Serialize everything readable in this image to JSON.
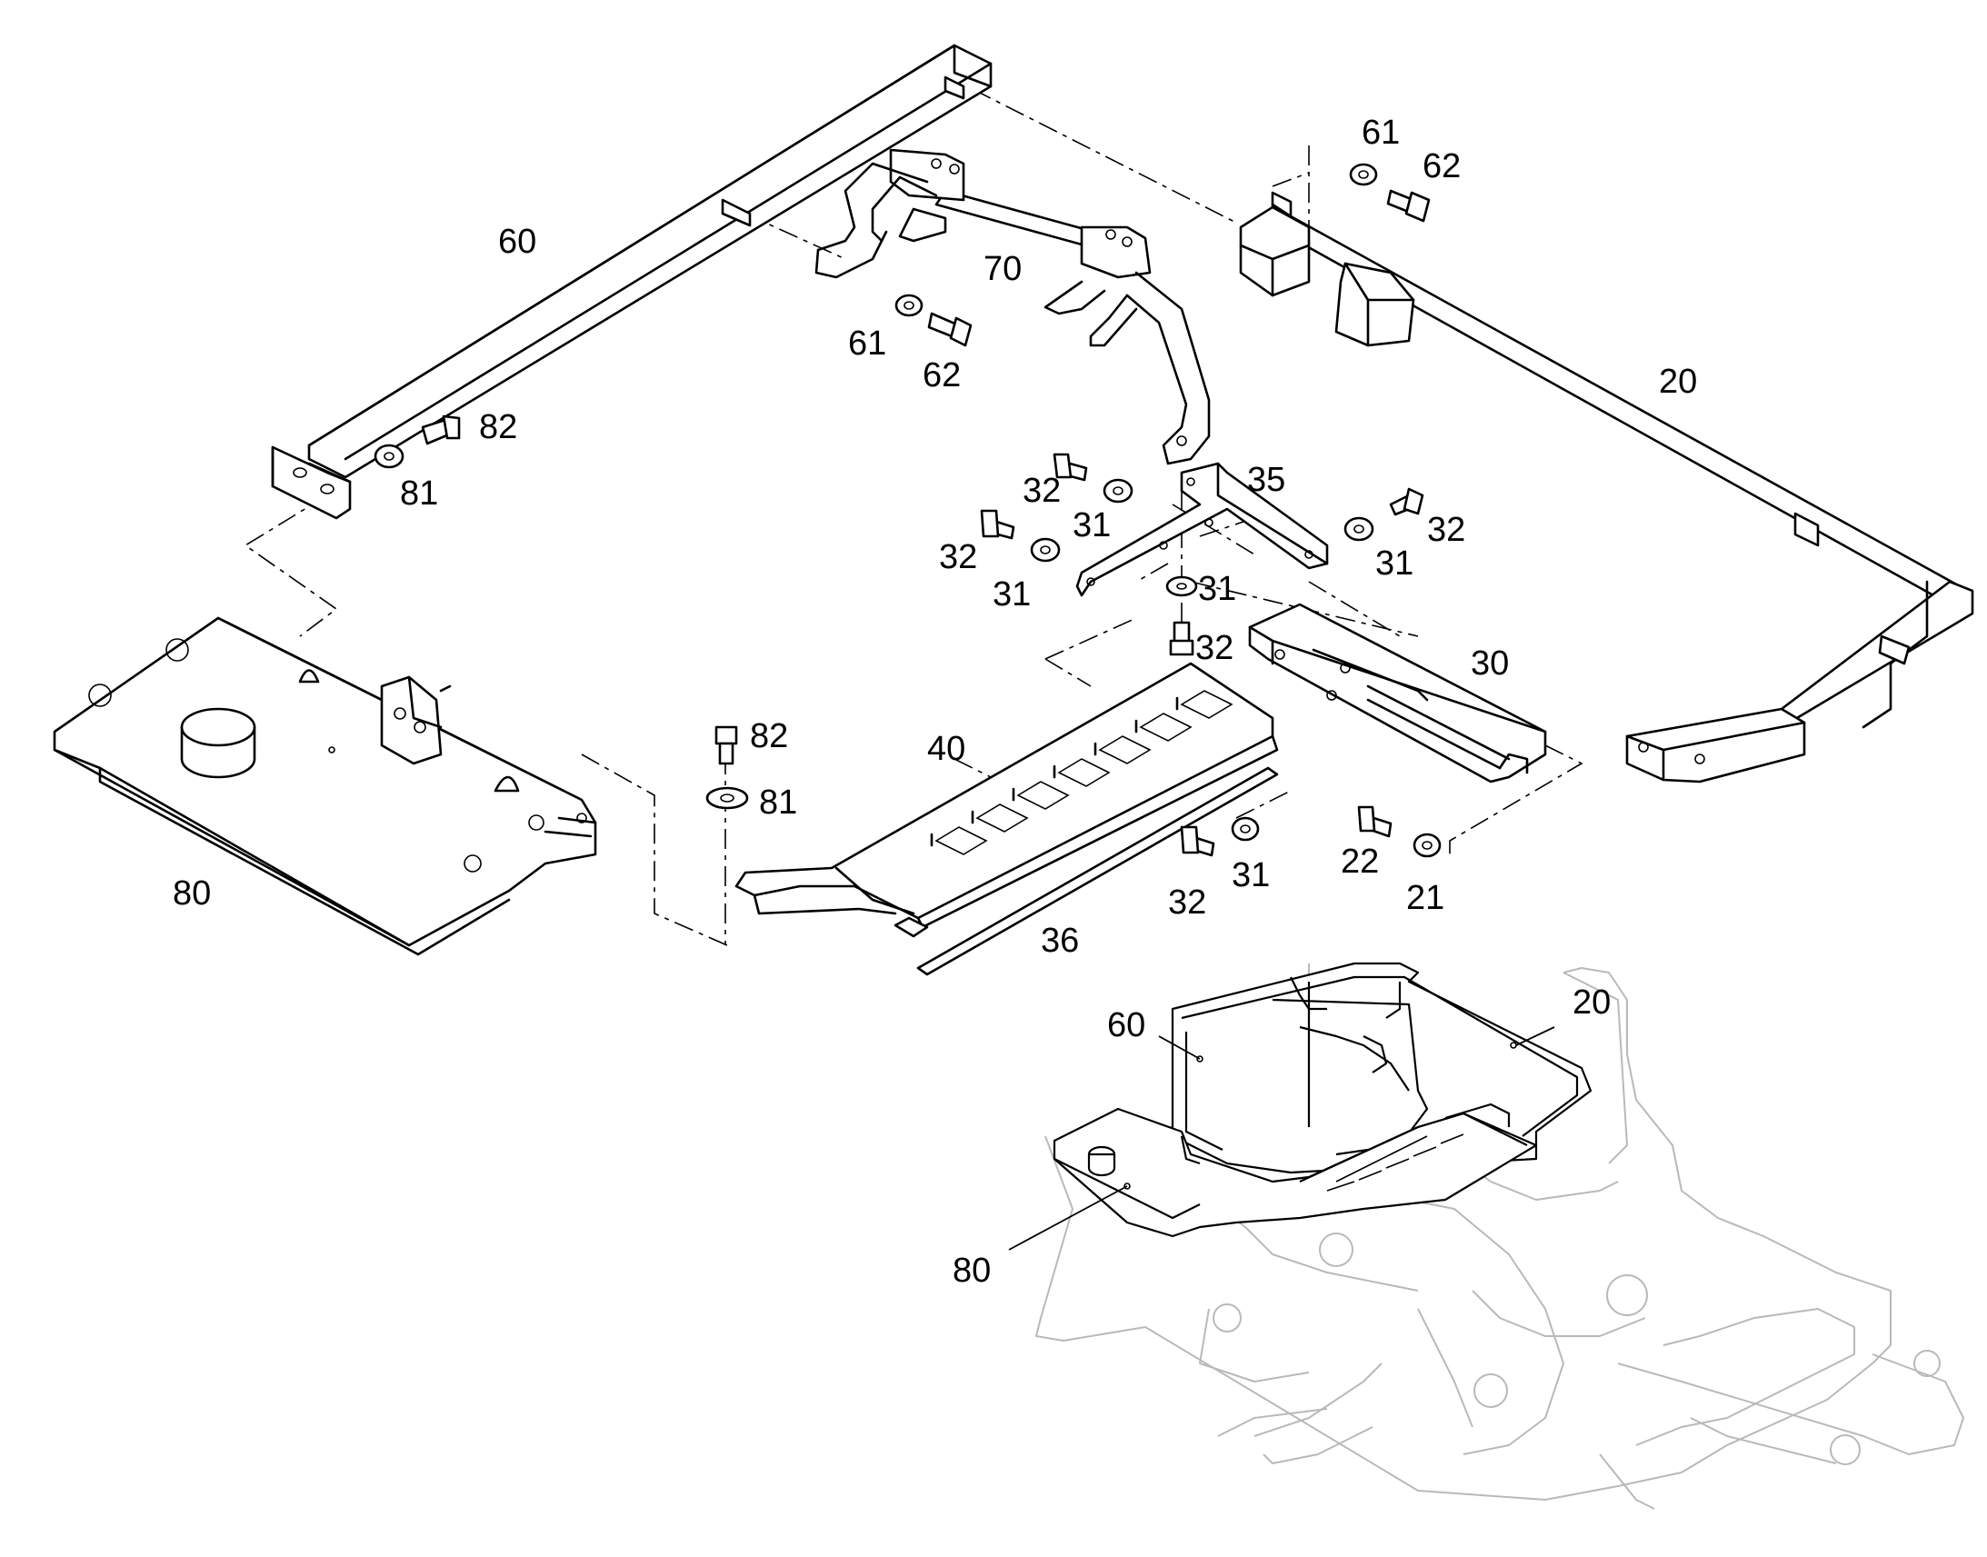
{
  "diagram": {
    "labels": [
      {
        "id": "p60",
        "text": "60"
      },
      {
        "id": "p70",
        "text": "70"
      },
      {
        "id": "p61a",
        "text": "61"
      },
      {
        "id": "p62a",
        "text": "62"
      },
      {
        "id": "p61b",
        "text": "61"
      },
      {
        "id": "p62b",
        "text": "62"
      },
      {
        "id": "p20",
        "text": "20"
      },
      {
        "id": "p82a",
        "text": "82"
      },
      {
        "id": "p81a",
        "text": "81"
      },
      {
        "id": "p35",
        "text": "35"
      },
      {
        "id": "p32a",
        "text": "32"
      },
      {
        "id": "p31a",
        "text": "31"
      },
      {
        "id": "p32b",
        "text": "32"
      },
      {
        "id": "p31b",
        "text": "31"
      },
      {
        "id": "p32c",
        "text": "32"
      },
      {
        "id": "p31c",
        "text": "31"
      },
      {
        "id": "p31d",
        "text": "31"
      },
      {
        "id": "p32d",
        "text": "32"
      },
      {
        "id": "p30",
        "text": "30"
      },
      {
        "id": "p82b",
        "text": "82"
      },
      {
        "id": "p81b",
        "text": "81"
      },
      {
        "id": "p40",
        "text": "40"
      },
      {
        "id": "p80",
        "text": "80"
      },
      {
        "id": "p22",
        "text": "22"
      },
      {
        "id": "p21",
        "text": "21"
      },
      {
        "id": "p31e",
        "text": "31"
      },
      {
        "id": "p32e",
        "text": "32"
      },
      {
        "id": "p36",
        "text": "36"
      }
    ],
    "inset_labels": [
      {
        "id": "i60",
        "text": "60"
      },
      {
        "id": "i20",
        "text": "20"
      },
      {
        "id": "i80",
        "text": "80"
      }
    ]
  }
}
